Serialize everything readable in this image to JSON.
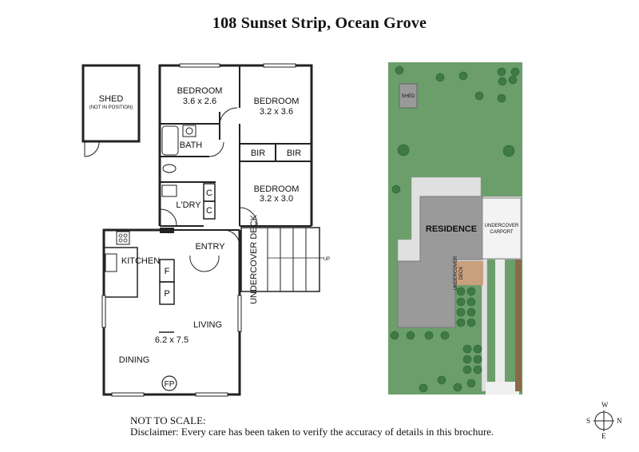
{
  "title": "108 Sunset Strip, Ocean Grove",
  "rooms": {
    "shed": {
      "name": "SHED",
      "note": "(NOT IN POSITION)"
    },
    "bedroom1": {
      "name": "BEDROOM",
      "size": "3.6 x 2.6"
    },
    "bedroom2": {
      "name": "BEDROOM",
      "size": "3.2 x 3.6"
    },
    "bedroom3": {
      "name": "BEDROOM",
      "size": "3.2 x 3.0"
    },
    "bath": "BATH",
    "bir1": "BIR",
    "bir2": "BIR",
    "laundry": "L'DRY",
    "cupboard1": "C",
    "cupboard2": "C",
    "kitchen": "KITCHEN",
    "fridge": "F",
    "pantry": "P",
    "entry": "ENTRY",
    "deck": "UNDERCOVER DECK",
    "deck_up": "UP",
    "living": "LIVING",
    "living_size": "6.2 x 7.5",
    "dining": "DINING",
    "fireplace": "FP"
  },
  "site": {
    "shed": "SHED",
    "residence": "RESIDENCE",
    "carport_line1": "UNDERCOVER",
    "carport_line2": "CARPORT",
    "deck_line1": "UNDERCOVER",
    "deck_line2": "DECK"
  },
  "footer": {
    "line1": "NOT TO SCALE:",
    "line2": "Disclaimer: Every care has been taken to verify the accuracy of details in this brochure."
  },
  "compass": {
    "n": "N",
    "s": "S",
    "e": "E",
    "w": "W"
  },
  "colors": {
    "lawn": "#6b9e6b",
    "building": "#9a9a9a",
    "deck": "#c9a07e",
    "tree": "#3e7a44",
    "paving": "#e0e0e0",
    "wall": "#222222"
  }
}
